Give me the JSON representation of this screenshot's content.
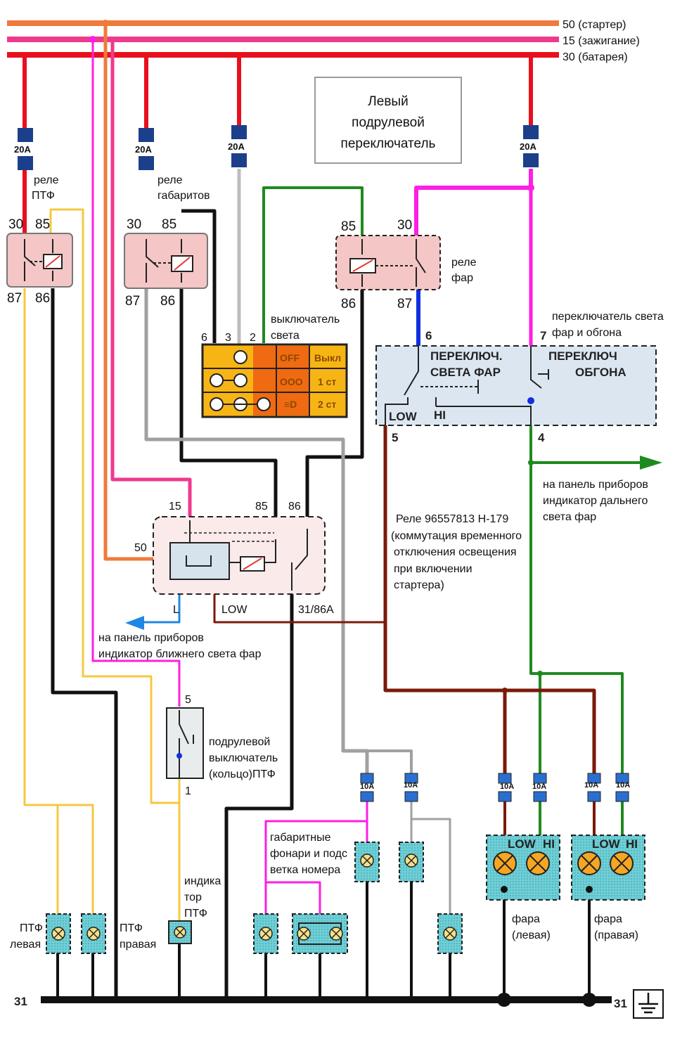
{
  "bus": {
    "b50": "50 (стартер)",
    "b15": "15 (зажигание)",
    "b30": "30 (батарея)",
    "ground_left": "31",
    "ground_right": "31"
  },
  "colors": {
    "wire50": "#f07a3a",
    "wire15": "#ee3a8c",
    "wire30": "#e8101c",
    "magenta": "#ff1ee4",
    "yellow": "#f5c842",
    "green": "#1f8a1f",
    "brown": "#7a1a08",
    "gray": "#a0a0a0",
    "blue": "#1030e0"
  },
  "title": {
    "line1": "Левый",
    "line2": "подрулевой",
    "line3": "переключатель"
  },
  "fuses": {
    "f1": "20A",
    "f2": "20A",
    "f3": "20A",
    "f4": "20A",
    "s1": "10A",
    "s2": "10A",
    "s3": "10A",
    "s4": "10A",
    "s5": "10A",
    "s6": "10A"
  },
  "relay_ptf": {
    "label1": "реле",
    "label2": "ПТФ",
    "p30": "30",
    "p85": "85",
    "p87": "87",
    "p86": "86"
  },
  "relay_gab": {
    "label1": "реле",
    "label2": "габаритов",
    "p30": "30",
    "p85": "85",
    "p87": "87",
    "p86": "86"
  },
  "relay_far": {
    "label1": "реле",
    "label2": "фар",
    "p85": "85",
    "p30": "30",
    "p86": "86",
    "p87": "87"
  },
  "light_switch": {
    "label1": "выключатель",
    "label2": "света",
    "p6": "6",
    "p3": "3",
    "p2": "2",
    "r1": "OFF",
    "r1b": "Выкл",
    "r2": "OOO",
    "r2b": "1 ст",
    "r3": "≡D",
    "r3b": "2 ст"
  },
  "beam_switch": {
    "caption1": "переключатель света",
    "caption2": "фар и обгона",
    "h1a": "ПЕРЕКЛЮЧ.",
    "h1b": "СВЕТА ФАР",
    "h2a": "ПЕРЕКЛЮЧ",
    "h2b": "ОБГОНА",
    "low": "LOW",
    "hi": "HI",
    "p6": "6",
    "p7": "7",
    "p5": "5",
    "p4": "4"
  },
  "hi_indicator": {
    "line1": "на панель приборов",
    "line2": "индикатор дальнего",
    "line3": "света фар"
  },
  "relay_main": {
    "line1": "Реле  96557813  H-179",
    "line2": "(коммутация временного",
    "line3": "отключения освещения",
    "line4": "при включении",
    "line5": "стартера)",
    "p15": "15",
    "p85": "85",
    "p86": "86",
    "p50": "50",
    "pL": "L",
    "pLOW": "LOW",
    "p31": "31/86A"
  },
  "low_indicator": {
    "line1": "на панель приборов",
    "line2": "индикатор ближнего света фар"
  },
  "ptf_switch": {
    "line1": "подрулевой",
    "line2": "выключатель",
    "line3": "(кольцо)ПТФ",
    "p5": "5",
    "p1": "1"
  },
  "ptf_indicator": {
    "line1": "индика",
    "line2": "тор",
    "line3": "ПТФ"
  },
  "lamps": {
    "ptf_left1": "ПТФ",
    "ptf_left2": "левая",
    "ptf_right1": "ПТФ",
    "ptf_right2": "правая"
  },
  "parking": {
    "line1": "габаритные",
    "line2": "фонари и подс",
    "line3": "ветка номера"
  },
  "headlight_left": {
    "low": "LOW",
    "hi": "HI",
    "line1": "фара",
    "line2": "(левая)"
  },
  "headlight_right": {
    "low": "LOW",
    "hi": "HI",
    "line1": "фара",
    "line2": "(правая)"
  }
}
